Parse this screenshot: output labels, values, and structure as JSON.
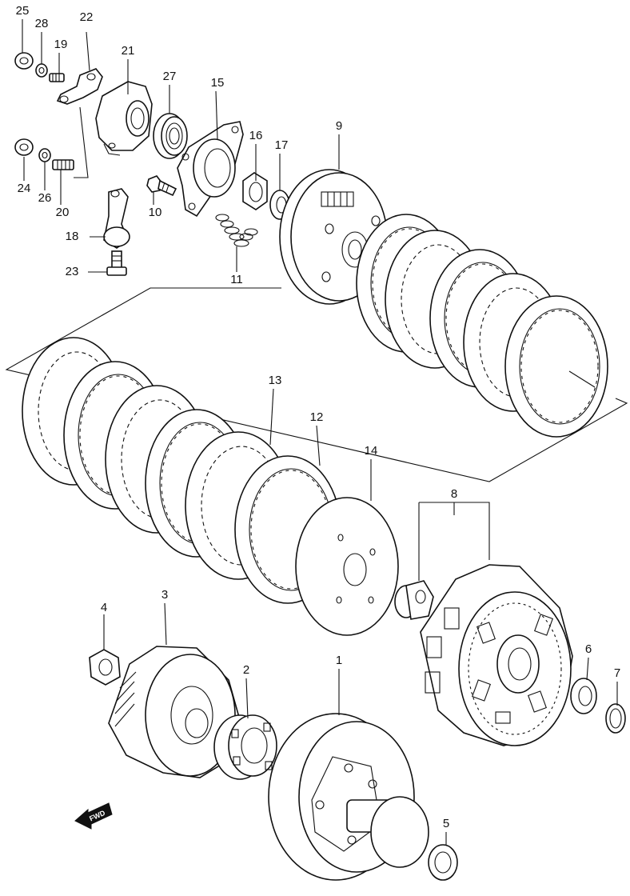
{
  "callouts": {
    "1": "1",
    "2": "2",
    "3": "3",
    "4": "4",
    "5": "5",
    "6": "6",
    "7": "7",
    "8": "8",
    "9": "9",
    "10": "10",
    "11": "11",
    "12": "12",
    "13": "13",
    "14": "14",
    "15": "15",
    "16": "16",
    "17": "17",
    "18": "18",
    "19": "19",
    "20": "20",
    "21": "21",
    "22": "22",
    "23": "23",
    "24": "24",
    "25": "25",
    "26": "26",
    "27": "27",
    "28": "28"
  },
  "fwd_arrow": {
    "text": "FWD"
  }
}
